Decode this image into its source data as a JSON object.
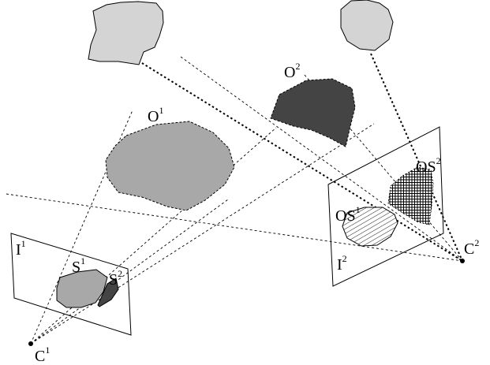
{
  "labels": {
    "O1": {
      "base": "O",
      "sup": "1"
    },
    "O2": {
      "base": "O",
      "sup": "2"
    },
    "I1": {
      "base": "I",
      "sup": "1"
    },
    "I2": {
      "base": "I",
      "sup": "2"
    },
    "C1": {
      "base": "C",
      "sup": "1"
    },
    "C2": {
      "base": "C",
      "sup": "2"
    },
    "S1": {
      "base": "S",
      "sup": "1"
    },
    "S2": {
      "base": "S",
      "sup": "2"
    },
    "OS1": {
      "base": "OS",
      "sup": "1"
    },
    "OS2": {
      "base": "OS",
      "sup": "2"
    }
  },
  "colors": {
    "object_light": "#d4d4d4",
    "object_medium": "#a8a8a8",
    "object_dark": "#444444",
    "line": "#000000",
    "background": "#ffffff"
  }
}
